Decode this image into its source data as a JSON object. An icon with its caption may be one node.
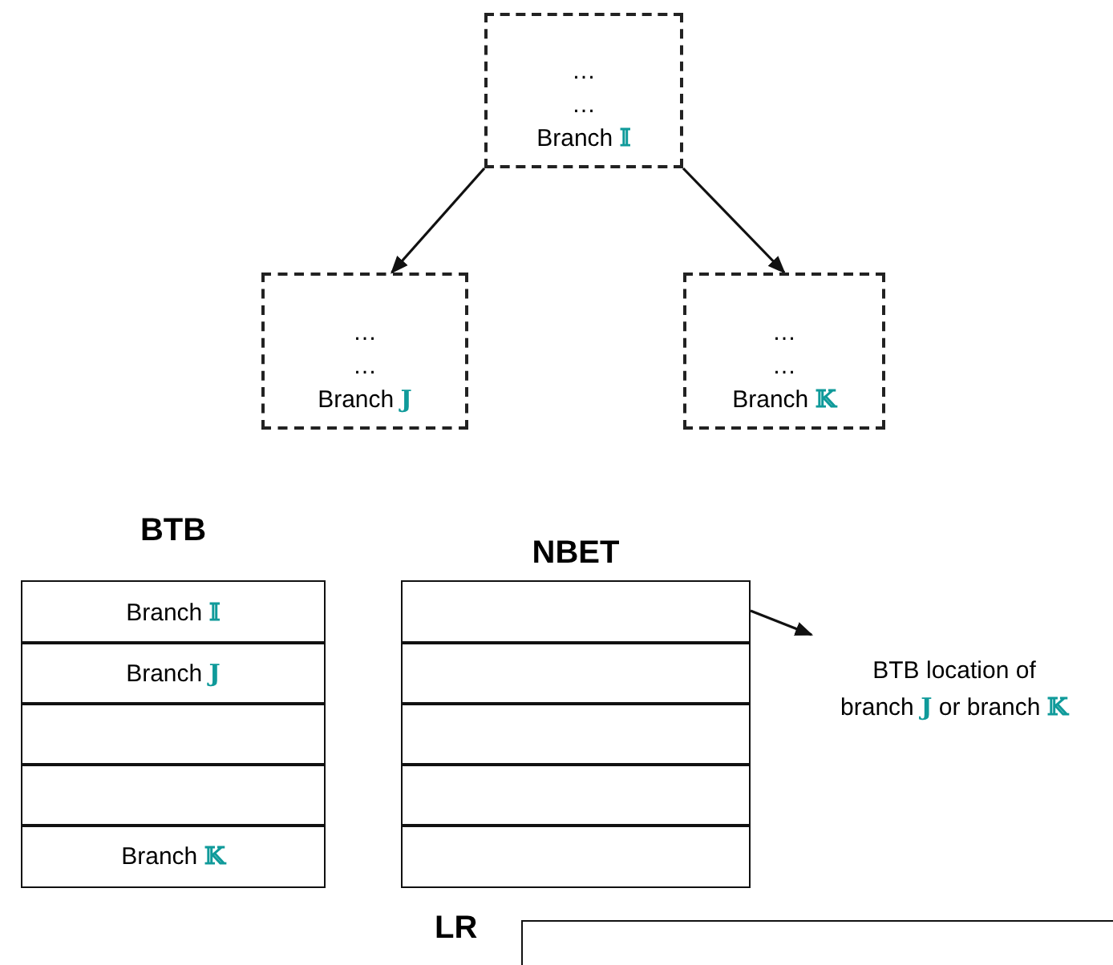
{
  "diagram": {
    "nodes": [
      {
        "text": [
          "…",
          "…",
          "Branch 𝕀"
        ]
      },
      {
        "text": [
          "…",
          "…",
          "Branch J"
        ]
      },
      {
        "text": [
          "…",
          "…",
          "Branch 𝕂"
        ]
      },
      {
        "text": [
          "BTB"
        ]
      },
      {
        "text": [
          "Branch 𝕀"
        ],
        "in": 3
      },
      {
        "text": [
          "Branch J"
        ],
        "in": 3
      },
      {
        "text": [],
        "shape": "box",
        "in": 3
      },
      {
        "text": [],
        "shape": "box",
        "in": 3
      },
      {
        "text": [
          "Branch 𝕂"
        ],
        "in": 3
      },
      {
        "text": [
          "NBET"
        ]
      },
      {
        "text": [],
        "shape": "box",
        "in": 9
      },
      {
        "text": [],
        "shape": "box",
        "in": 9
      },
      {
        "text": [],
        "shape": "box",
        "in": 9
      },
      {
        "text": [],
        "shape": "box",
        "in": 9
      },
      {
        "text": [],
        "shape": "box",
        "in": 9
      },
      {
        "text": [
          "BTB location of branch J or branch 𝕂"
        ]
      },
      {
        "text": [
          "LR"
        ]
      }
    ],
    "edges": [
      {
        "from": 0,
        "to": 1,
        "arrow": "to"
      },
      {
        "from": 0,
        "to": 2,
        "arrow": "to"
      },
      {
        "from": 10,
        "to": 15,
        "arrow": "to"
      }
    ]
  }
}
